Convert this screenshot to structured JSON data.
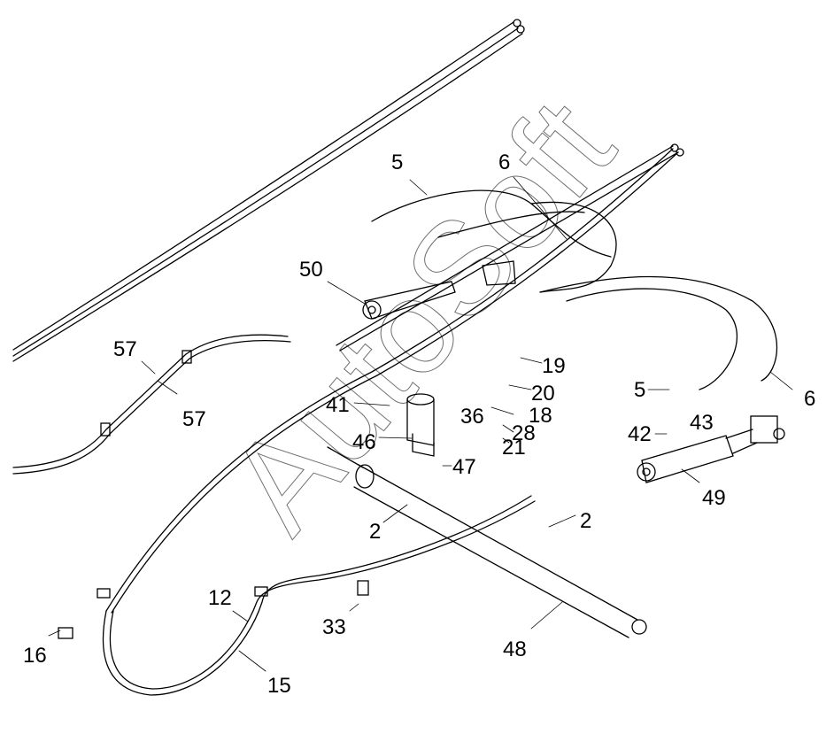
{
  "diagram": {
    "type": "exploded-parts-diagram",
    "subject": "hydraulic hoses and cylinders assembly",
    "watermark": "AutoSoft",
    "line_color": "#000000",
    "background": "#ffffff",
    "watermark_color": "#707070",
    "callouts": [
      {
        "id": "c5a",
        "label": "5"
      },
      {
        "id": "c6a",
        "label": "6"
      },
      {
        "id": "c50",
        "label": "50"
      },
      {
        "id": "c57a",
        "label": "57"
      },
      {
        "id": "c57b",
        "label": "57"
      },
      {
        "id": "c19",
        "label": "19"
      },
      {
        "id": "c20",
        "label": "20"
      },
      {
        "id": "c18",
        "label": "18"
      },
      {
        "id": "c36",
        "label": "36"
      },
      {
        "id": "c28",
        "label": "28"
      },
      {
        "id": "c21",
        "label": "21"
      },
      {
        "id": "c41",
        "label": "41"
      },
      {
        "id": "c46",
        "label": "46"
      },
      {
        "id": "c47",
        "label": "47"
      },
      {
        "id": "c5b",
        "label": "5"
      },
      {
        "id": "c6b",
        "label": "6"
      },
      {
        "id": "c42",
        "label": "42"
      },
      {
        "id": "c43",
        "label": "43"
      },
      {
        "id": "c49",
        "label": "49"
      },
      {
        "id": "c2a",
        "label": "2"
      },
      {
        "id": "c2b",
        "label": "2"
      },
      {
        "id": "c48",
        "label": "48"
      },
      {
        "id": "c12",
        "label": "12"
      },
      {
        "id": "c15",
        "label": "15"
      },
      {
        "id": "c16",
        "label": "16"
      },
      {
        "id": "c33",
        "label": "33"
      }
    ]
  }
}
